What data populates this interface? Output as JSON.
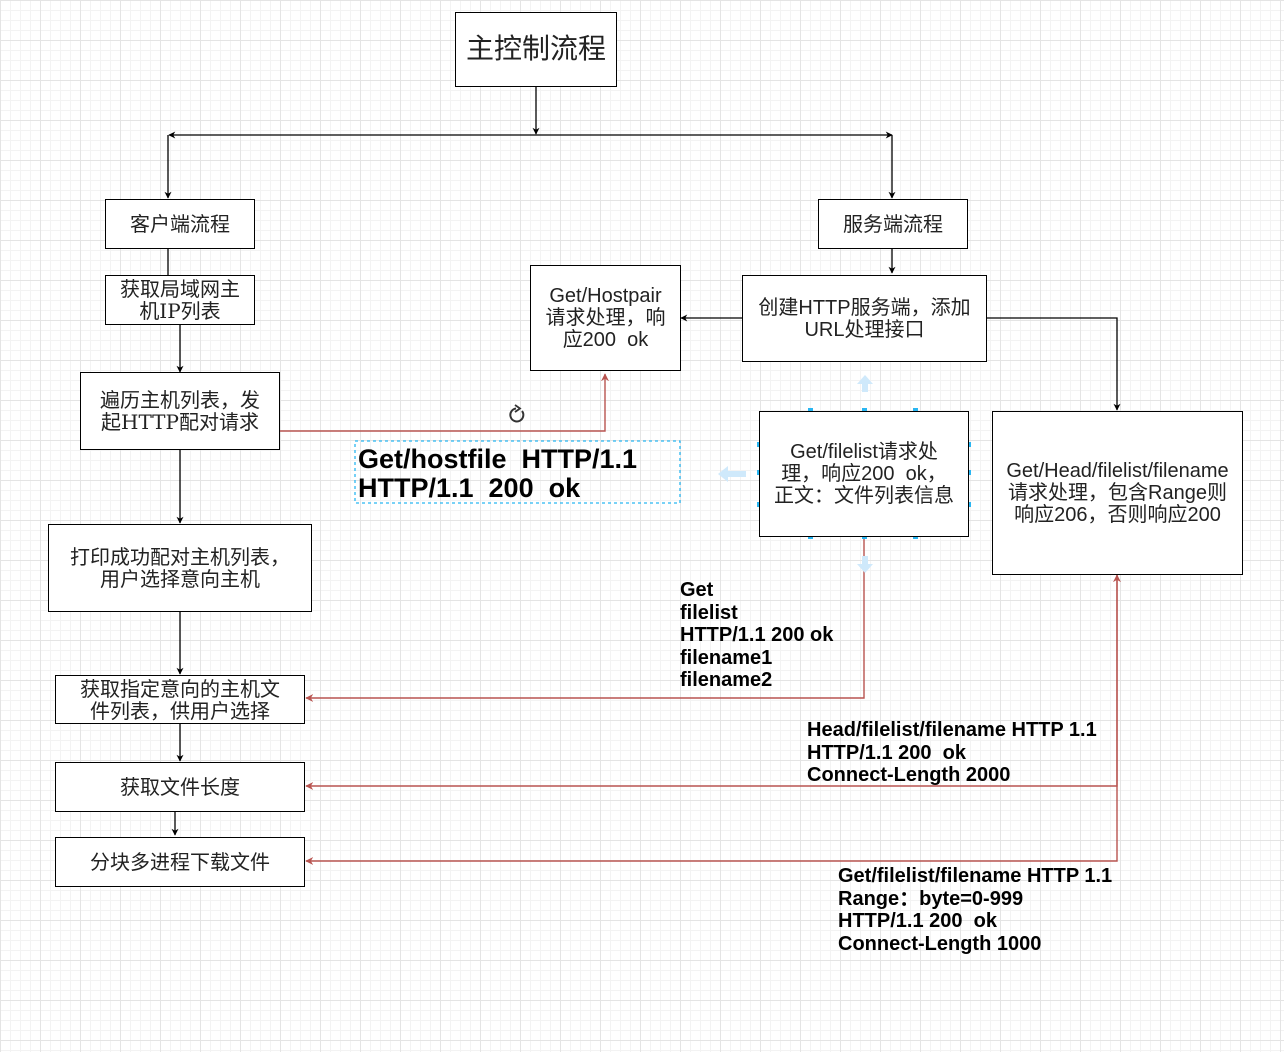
{
  "nodes": {
    "main": "主控制流程",
    "client": "客户端流程",
    "server": "服务端流程",
    "get_lan_hosts": "获取局域网主\n机IP列表",
    "traverse_hosts": "遍历主机列表，发\n起HTTP配对请求",
    "print_paired": "打印成功配对主机列表，\n用户选择意向主机",
    "get_file_list": "获取指定意向的主机文\n件列表，供用户选择",
    "get_file_length": "获取文件长度",
    "download": "分块多进程下载文件",
    "hostpair": "Get/Hostpair\n请求处理，响\n应200  ok",
    "create_server": "创建HTTP服务端，添加\nURL处理接口",
    "filelist_handler": "Get/filelist请求处\n理，响应200  ok，\n正文：文件列表信息",
    "filename_handler": "Get/Head/filelist/filename\n请求处理，包含Range则\n响应206，否则响应200"
  },
  "labels": {
    "hostfile": "Get/hostfile  HTTP/1.1\nHTTP/1.1  200  ok",
    "filelist_msg": "Get\nfilelist\nHTTP/1.1 200 ok\nfilename1\nfilename2",
    "head_msg": "Head/filelist/filename HTTP 1.1\nHTTP/1.1 200  ok\nConnect-Length 2000",
    "range_msg": "Get/filelist/filename HTTP 1.1\nRange：byte=0-999\nHTTP/1.1 200  ok\nConnect-Length 1000"
  },
  "colors": {
    "black_edge": "#000000",
    "red_edge": "#b85450",
    "selection": "#29b6f2"
  },
  "icons": [
    "rotate-icon",
    "arrow-left-hint-icon",
    "arrow-up-hint-icon",
    "arrow-down-hint-icon"
  ]
}
